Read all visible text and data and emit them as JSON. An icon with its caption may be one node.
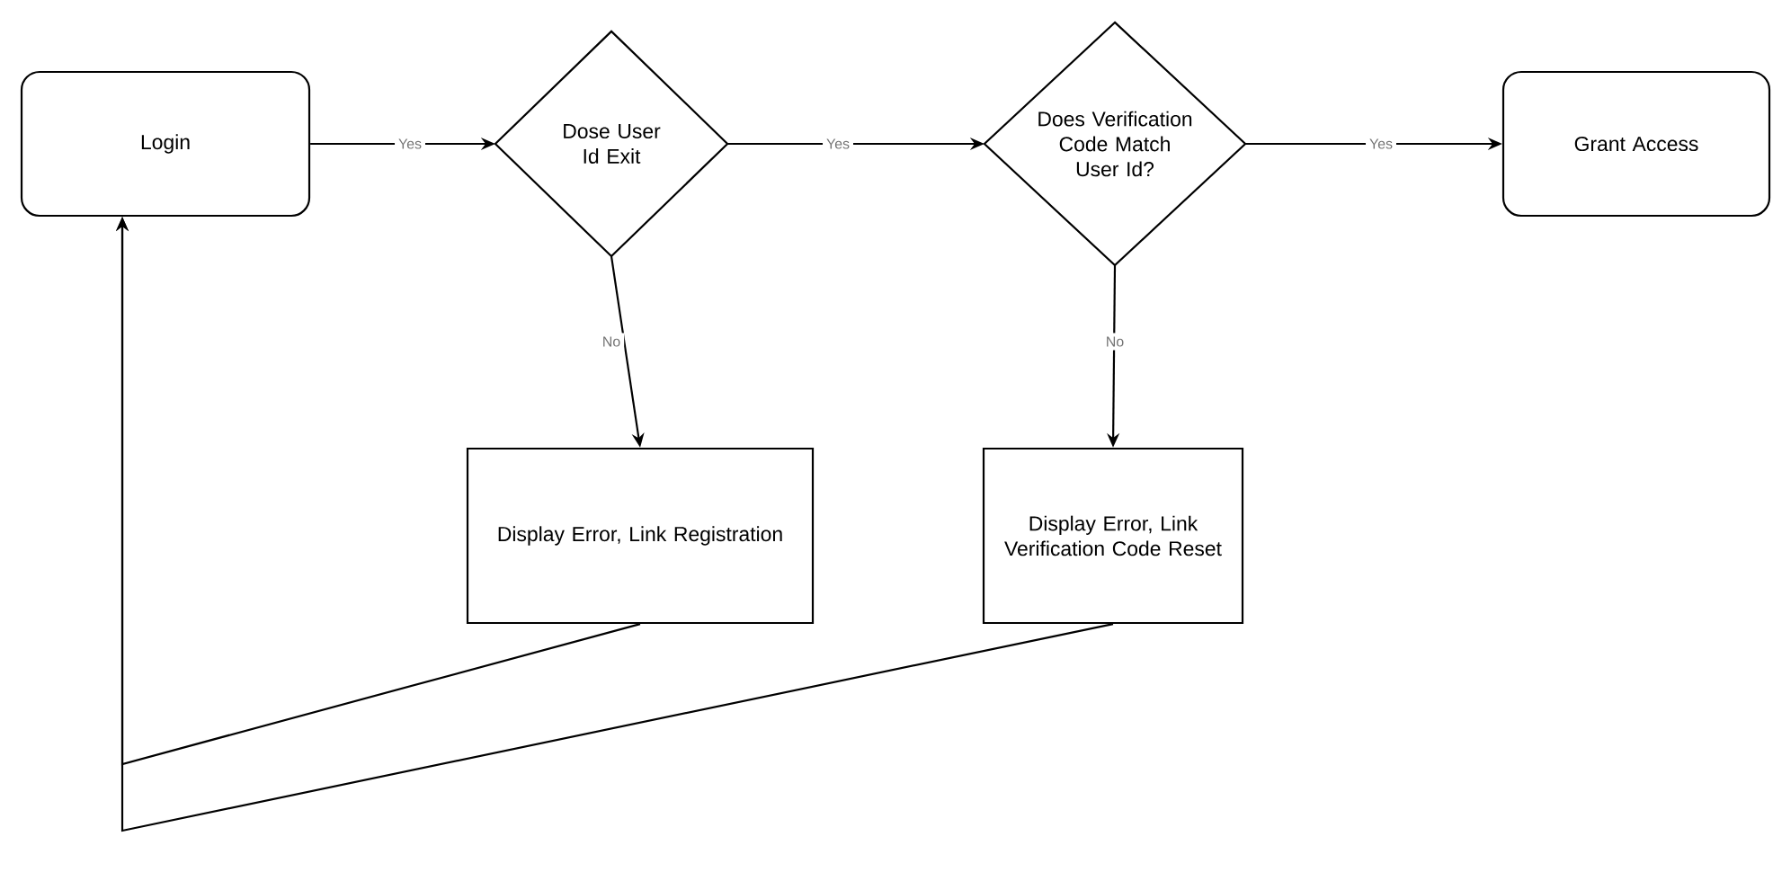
{
  "diagram": {
    "nodes": [
      {
        "text": [
          "Login"
        ]
      },
      {
        "text": [
          "Dose User Id Exit"
        ]
      },
      {
        "text": [
          "Does Verification Code Match User Id?"
        ]
      },
      {
        "text": [
          "Grant Access"
        ]
      },
      {
        "text": [
          "Display Error, Link Registration"
        ]
      },
      {
        "text": [
          "Display Error, Link Verification Code Reset"
        ]
      }
    ],
    "edges": [
      {
        "from": 0,
        "to": 1,
        "arrow": "to",
        "label": "Yes"
      },
      {
        "from": 1,
        "to": 2,
        "arrow": "to",
        "label": "Yes"
      },
      {
        "from": 2,
        "to": 3,
        "arrow": "to",
        "label": "Yes"
      },
      {
        "from": 1,
        "to": 4,
        "arrow": "to",
        "label": "No"
      },
      {
        "from": 2,
        "to": 5,
        "arrow": "to",
        "label": "No"
      },
      {
        "from": 4,
        "to": 0,
        "arrow": "to"
      },
      {
        "from": 5,
        "to": 0,
        "arrow": "to"
      }
    ]
  }
}
